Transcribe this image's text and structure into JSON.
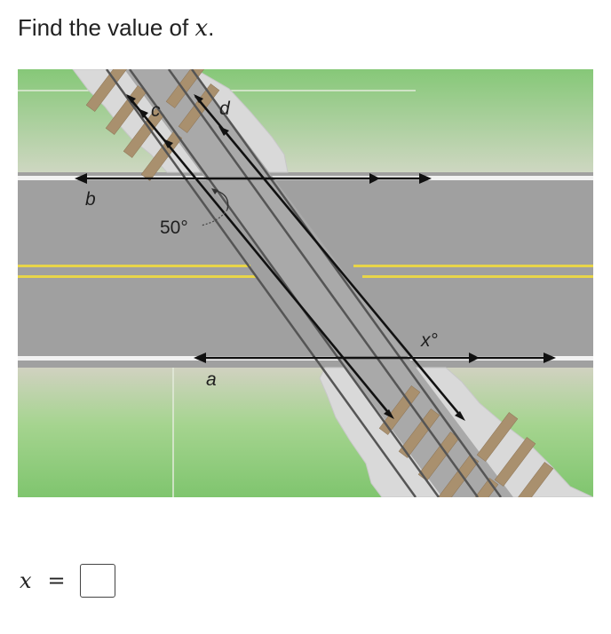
{
  "question": {
    "prefix": "Find the value of ",
    "variable": "x",
    "suffix": "."
  },
  "figure": {
    "labels": {
      "line_a": "a",
      "line_b": "b",
      "line_c": "c",
      "line_d": "d",
      "angle_known": "50°",
      "angle_unknown": "x°"
    },
    "colors": {
      "grass": "#a8d08f",
      "road": "#9e9e9e",
      "center_line": "#e8d548",
      "edge_line": "#f4f4f4",
      "gravel": "#d8d8d8",
      "tie": "#a9906e",
      "rail": "#4a4a4a",
      "line": "#111111"
    }
  },
  "answer": {
    "variable": "x",
    "equals": "="
  }
}
